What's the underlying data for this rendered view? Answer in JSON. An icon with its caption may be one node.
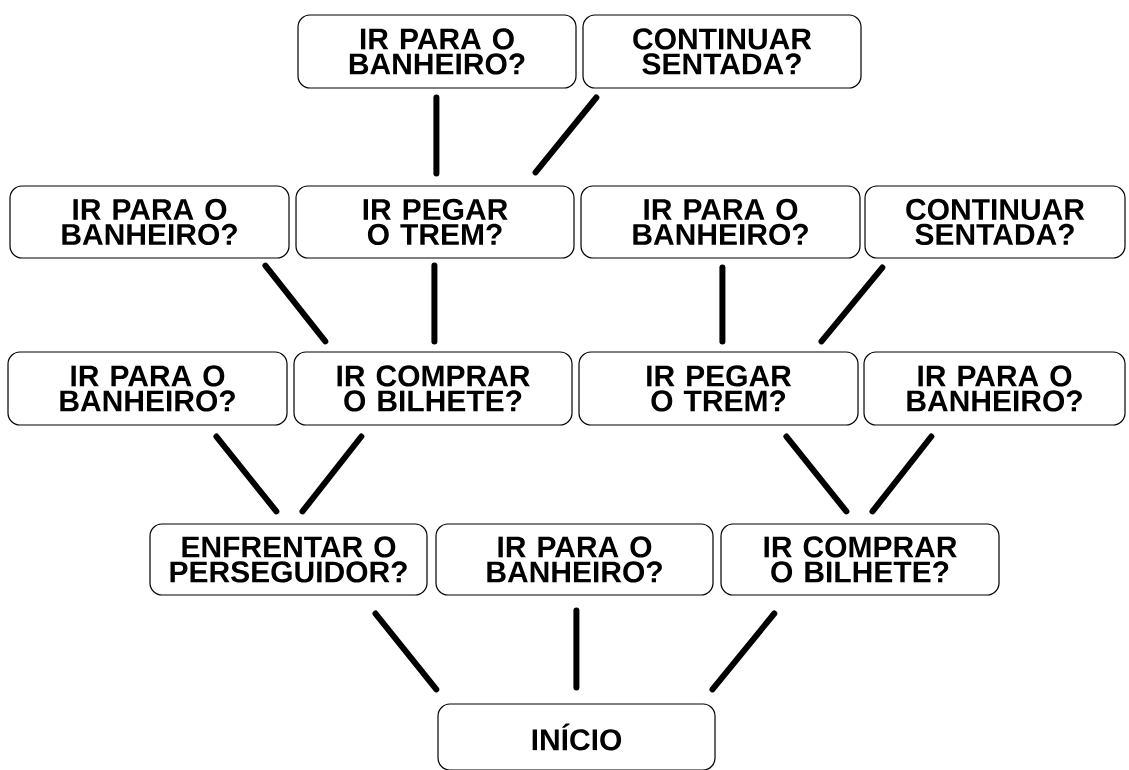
{
  "diagram": {
    "nodes": [
      {
        "text": [
          "IR PARA O BANHEIRO?"
        ]
      },
      {
        "text": [
          "CONTINUAR SENTADA?"
        ]
      },
      {
        "text": [
          "IR PARA O BANHEIRO?"
        ]
      },
      {
        "text": [
          "IR PEGAR O TREM?"
        ]
      },
      {
        "text": [
          "IR PARA O BANHEIRO?"
        ]
      },
      {
        "text": [
          "CONTINUAR SENTADA?"
        ]
      },
      {
        "text": [
          "IR PARA O BANHEIRO?"
        ]
      },
      {
        "text": [
          "IR COMPRAR O BILHETE?"
        ]
      },
      {
        "text": [
          "IR PEGAR O TREM?"
        ]
      },
      {
        "text": [
          "IR PARA O BANHEIRO?"
        ]
      },
      {
        "text": [
          "ENFRENTAR O PERSEGUIDOR?"
        ]
      },
      {
        "text": [
          "IR PARA O BANHEIRO?"
        ]
      },
      {
        "text": [
          "IR COMPRAR O BILHETE?"
        ]
      },
      {
        "text": [
          "INÍCIO"
        ]
      }
    ],
    "edges": [
      {
        "from": 13,
        "to": 10,
        "arrow": "none"
      },
      {
        "from": 13,
        "to": 11,
        "arrow": "none"
      },
      {
        "from": 13,
        "to": 12,
        "arrow": "none"
      },
      {
        "from": 10,
        "to": 6,
        "arrow": "none"
      },
      {
        "from": 10,
        "to": 7,
        "arrow": "none"
      },
      {
        "from": 12,
        "to": 8,
        "arrow": "none"
      },
      {
        "from": 12,
        "to": 9,
        "arrow": "none"
      },
      {
        "from": 7,
        "to": 2,
        "arrow": "none"
      },
      {
        "from": 7,
        "to": 3,
        "arrow": "none"
      },
      {
        "from": 8,
        "to": 4,
        "arrow": "none"
      },
      {
        "from": 8,
        "to": 5,
        "arrow": "none"
      },
      {
        "from": 3,
        "to": 0,
        "arrow": "none"
      },
      {
        "from": 3,
        "to": 1,
        "arrow": "none"
      }
    ]
  }
}
